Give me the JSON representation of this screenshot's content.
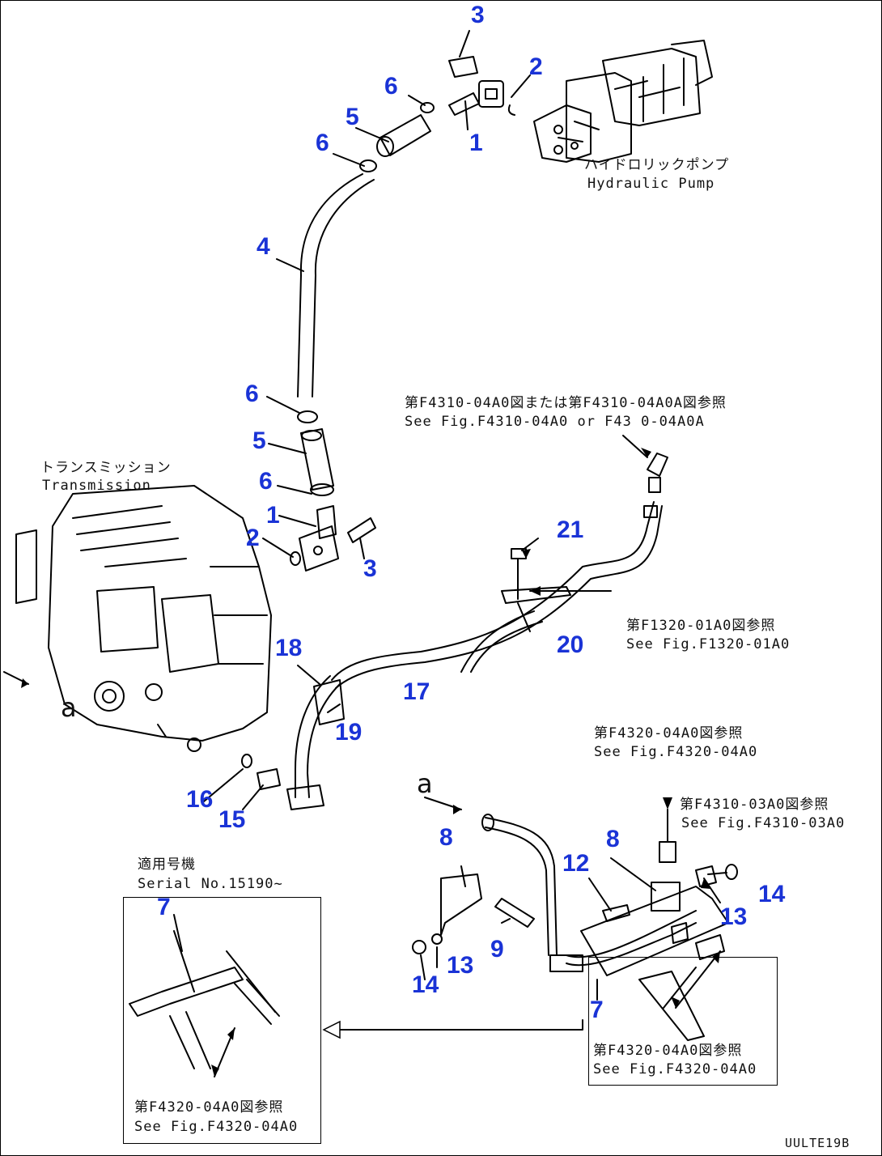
{
  "callouts": {
    "n1_top": "1",
    "n2_top": "2",
    "n3_top": "3",
    "n6_a": "6",
    "n5_top": "5",
    "n6_b": "6",
    "n4": "4",
    "n6_c": "6",
    "n5_mid": "5",
    "n6_d": "6",
    "n1_mid": "1",
    "n2_mid": "2",
    "n3_mid": "3",
    "n21": "21",
    "n20": "20",
    "n18": "18",
    "n17": "17",
    "n19": "19",
    "n16": "16",
    "n15": "15",
    "n8_left": "8",
    "n12": "12",
    "n8_right": "8",
    "n14_right": "14",
    "n13_right": "13",
    "n9": "9",
    "n13_left": "13",
    "n14_left": "14",
    "n7_main": "7",
    "n7_inset": "7"
  },
  "notes": {
    "pump_jp": "ハイドロリックポンプ",
    "pump_en": "Hydraulic Pump",
    "f4310_top_jp": "第F4310-04A0図または第F4310-04A0A図参照",
    "f4310_top_en": "See Fig.F4310-04A0 or F43 0-04A0A",
    "transmission_jp": "トランスミッション",
    "transmission_en": "Transmission",
    "f1320_jp": "第F1320-01A0図参照",
    "f1320_en": "See Fig.F1320-01A0",
    "f4320_top_jp": "第F4320-04A0図参照",
    "f4320_top_en": "See Fig.F4320-04A0",
    "f4310_03_jp": "第F4310-03A0図参照",
    "f4310_03_en": "See Fig.F4310-03A0",
    "serial_jp": "適用号機",
    "serial_en": "Serial No.15190~",
    "f4320_inset_jp": "第F4320-04A0図参照",
    "f4320_inset_en": "See Fig.F4320-04A0",
    "f4320_bottom_jp": "第F4320-04A0図参照",
    "f4320_bottom_en": "See Fig.F4320-04A0"
  },
  "letters": {
    "a_left": "a",
    "a_right": "a"
  },
  "drawing_code": "UULTE19B"
}
